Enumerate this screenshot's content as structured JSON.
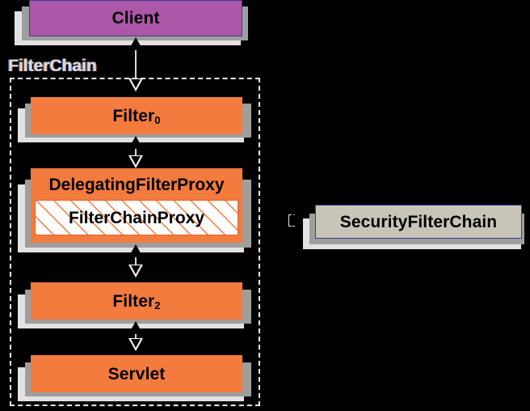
{
  "diagram": {
    "title": "Spring Security FilterChain / DelegatingFilterProxy",
    "background_color": "#000000",
    "colors": {
      "client_fill": "#ac57a8",
      "filter_fill": "#f47b3e",
      "security_chain_fill": "#c8c4b7",
      "node_border": "#3b3b8f",
      "shadow_mid": "#9e9e9e",
      "shadow_back": "#e2e2e2",
      "hatch_line": "#f47b3e",
      "hatch_bg": "#ffffff",
      "dashed_border": "#efefef",
      "arrow_line": "#d8d8d8"
    },
    "container": {
      "label": "FilterChain",
      "border_style": "dashed"
    },
    "nodes": [
      {
        "id": "client",
        "label": "Client",
        "sub": "",
        "style": "client"
      },
      {
        "id": "filter0",
        "label": "Filter",
        "sub": "0",
        "style": "filter"
      },
      {
        "id": "delegatingfilterproxy",
        "label": "DelegatingFilterProxy",
        "sub": "",
        "style": "filter"
      },
      {
        "id": "filterchainproxy",
        "label": "FilterChainProxy",
        "sub": "",
        "style": "hatched"
      },
      {
        "id": "filter2",
        "label": "Filter",
        "sub": "2",
        "style": "filter"
      },
      {
        "id": "servlet",
        "label": "Servlet",
        "sub": "",
        "style": "filter"
      },
      {
        "id": "securityfilterchain",
        "label": "SecurityFilterChain",
        "sub": "",
        "style": "gray"
      }
    ],
    "edges": [
      {
        "from": "client",
        "to": "filter0",
        "type": "bidirectional-vertical"
      },
      {
        "from": "filter0",
        "to": "delegatingfilterproxy",
        "type": "bidirectional-vertical"
      },
      {
        "from": "delegatingfilterproxy",
        "to": "filter2",
        "type": "bidirectional-vertical"
      },
      {
        "from": "filter2",
        "to": "servlet",
        "type": "bidirectional-vertical"
      },
      {
        "from": "filterchainproxy",
        "to": "securityfilterchain",
        "type": "association-right"
      }
    ]
  }
}
